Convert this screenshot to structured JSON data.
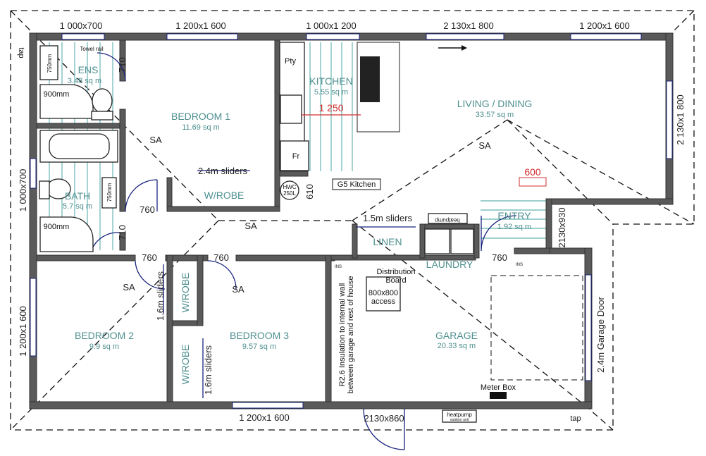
{
  "windows": {
    "top": [
      "1 000x700",
      "1 200x1 600",
      "1 000x1 200",
      "2 130x1 800",
      "1 200x1 600"
    ],
    "left": [
      "1 000x700",
      "1 200x1 600"
    ],
    "right": "2 130x1 800",
    "bottom": "1 200x1 600",
    "front_door": "2130x860",
    "entry_door": "2130x930",
    "garage_door": "2.4m Garage Door"
  },
  "rooms": {
    "ens": {
      "name": "ENS",
      "area": "3.48 sq m"
    },
    "bedroom1": {
      "name": "BEDROOM 1",
      "area": "11.69 sq m"
    },
    "kitchen": {
      "name": "KITCHEN",
      "area": "5.55 sq m"
    },
    "living": {
      "name": "LIVING / DINING",
      "area": "33.57 sq m"
    },
    "bath": {
      "name": "BATH",
      "area": "5.7 sq m"
    },
    "entry": {
      "name": "ENTRY",
      "area": "1.92 sq m"
    },
    "bedroom2": {
      "name": "BEDROOM 2",
      "area": "9.9 sq m"
    },
    "bedroom3": {
      "name": "BEDROOM 3",
      "area": "9.57 sq m"
    },
    "garage": {
      "name": "GARAGE",
      "area": "20.33 sq m"
    },
    "linen": {
      "name": "LINEN"
    },
    "laundry": {
      "name": "LAUNDRY"
    },
    "wrobe": "W/ROBE"
  },
  "labels": {
    "door_710": "710",
    "door_760": "760",
    "door_610": "610",
    "dim_600": "600",
    "dim_1250": "1 250",
    "sliders_24": "2.4m sliders",
    "sliders_15": "1.5m sliders",
    "sliders_16": "1.6m sliders",
    "sa": "SA",
    "pty": "Pty",
    "fr": "Fr",
    "hwc": "HWC",
    "hwc_size": "250L",
    "g5": "G5 Kitchen",
    "shower": "900mm",
    "vanity": "750mm",
    "towel": "Towel rail",
    "distribution": "Distribution",
    "board": "Board",
    "access1": "800x800",
    "access2": "access",
    "insulation1": "R2.6 Insulation to internal wall",
    "insulation2": "between garage and rest of house",
    "meter": "Meter Box",
    "heatpump": "heatpump",
    "outdoor_unit": "outdoor unit",
    "tap": "tap",
    "ins": "INS"
  }
}
